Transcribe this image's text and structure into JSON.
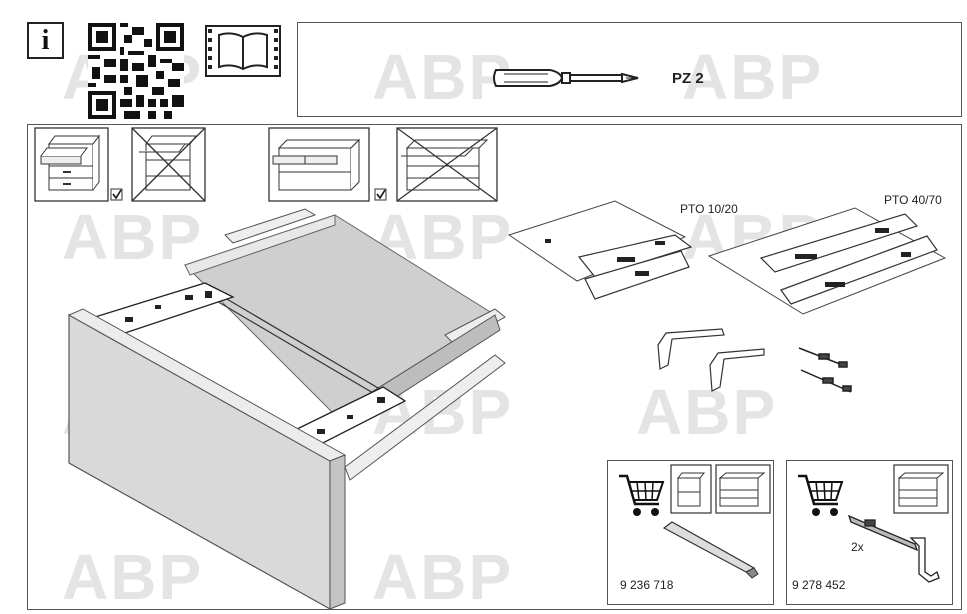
{
  "header": {
    "info_symbol": "i",
    "tool_label": "PZ 2",
    "icons": [
      "info-icon",
      "qr-code-icon",
      "manual-book-icon",
      "screwdriver-icon"
    ]
  },
  "watermark": "ABP",
  "kits": {
    "pto_small": "PTO 10/20",
    "pto_large": "PTO 40/70"
  },
  "accessories": {
    "left": {
      "article": "9 236 718"
    },
    "right": {
      "article": "9 278 452",
      "quantity": "2x"
    }
  },
  "colors": {
    "line": "#555555",
    "watermark": "#e4e4e4",
    "panel": "#d9d9d9"
  }
}
